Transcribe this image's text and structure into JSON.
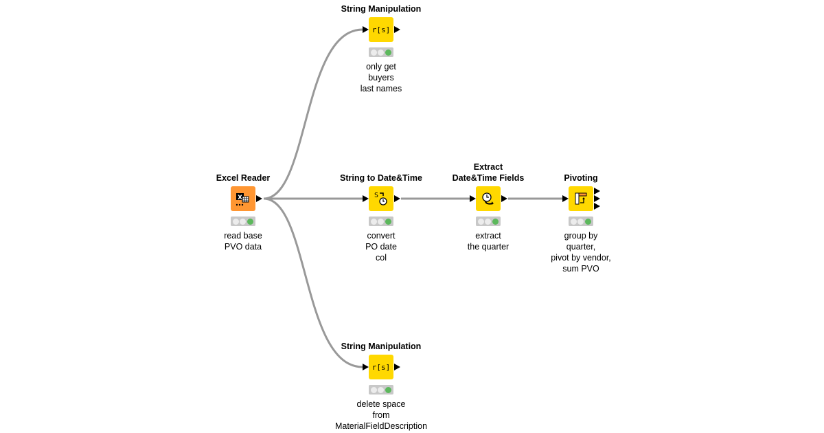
{
  "colors": {
    "node_source": "#ff9632",
    "node_manipulator": "#ffd800",
    "edge": "#999999",
    "status_ok": "#5cb85c"
  },
  "nodes": [
    {
      "id": "excel",
      "title": "Excel Reader",
      "label": [
        "read base",
        "PVO data"
      ],
      "icon": "excel-table-icon",
      "status": "executed"
    },
    {
      "id": "sm1",
      "title": "String Manipulation",
      "label": [
        "only get",
        "buyers",
        "last names"
      ],
      "icon": "r[s]",
      "status": "executed"
    },
    {
      "id": "s2dt",
      "title": "String to Date&Time",
      "label": [
        "convert",
        "PO date",
        "col"
      ],
      "icon": "string-to-clock-icon",
      "status": "executed"
    },
    {
      "id": "extract",
      "title": "Extract Date&Time Fields",
      "label": [
        "extract",
        "the quarter"
      ],
      "icon": "clock-arrow-icon",
      "status": "executed"
    },
    {
      "id": "pivot",
      "title": "Pivoting",
      "label": [
        "group by",
        "quarter,",
        "pivot by vendor,",
        "sum PVO"
      ],
      "icon": "pivot-table-icon",
      "status": "executed"
    },
    {
      "id": "sm2",
      "title": "String Manipulation",
      "label": [
        "delete space",
        "from",
        "MaterialFieldDescription"
      ],
      "icon": "r[s]",
      "status": "executed"
    }
  ]
}
